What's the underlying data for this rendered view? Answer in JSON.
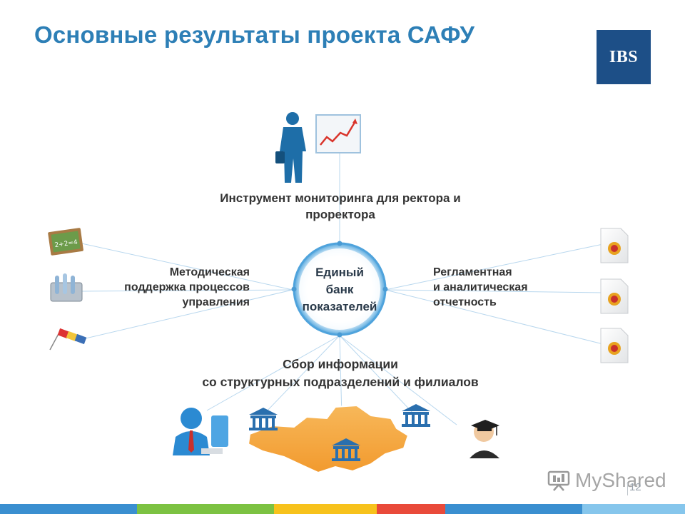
{
  "slide": {
    "title": "Основные результаты проекта САФУ",
    "logo_text": "IBS",
    "page_number": "12"
  },
  "center": {
    "lines": [
      "Единый",
      "банк",
      "показателей"
    ]
  },
  "blocks": {
    "top": [
      "Инструмент мониторинга для ректора и",
      "проректора"
    ],
    "left": [
      "Методическая",
      "поддержка процессов",
      "управления"
    ],
    "right": [
      "Регламентная",
      "и аналитическая",
      "отчетность"
    ],
    "bottom": [
      "Сбор информации",
      "со структурных подразделений и филиалов"
    ]
  },
  "watermark": {
    "text": "MyShared"
  },
  "icons": {
    "top": [
      "businessman-icon",
      "growth-chart-icon"
    ],
    "left": [
      "chalkboard-icon",
      "test-tubes-icon",
      "flags-icon"
    ],
    "right": [
      "document-emblem-icon",
      "document-emblem-icon",
      "document-emblem-icon"
    ],
    "bottom": [
      "operator-icon",
      "building-icon",
      "map-icon",
      "building-icon",
      "building-icon",
      "graduate-icon"
    ]
  },
  "colors": {
    "title": "#2d7fb6",
    "logo_bg": "#1d4f87",
    "ring": "#5aa9de",
    "text": "#333333",
    "map": "#f4a640",
    "stripe": [
      "#3a8fd0",
      "#7cc242",
      "#f7c21c",
      "#e94a3a",
      "#3a8fd0",
      "#86c6ec"
    ]
  }
}
